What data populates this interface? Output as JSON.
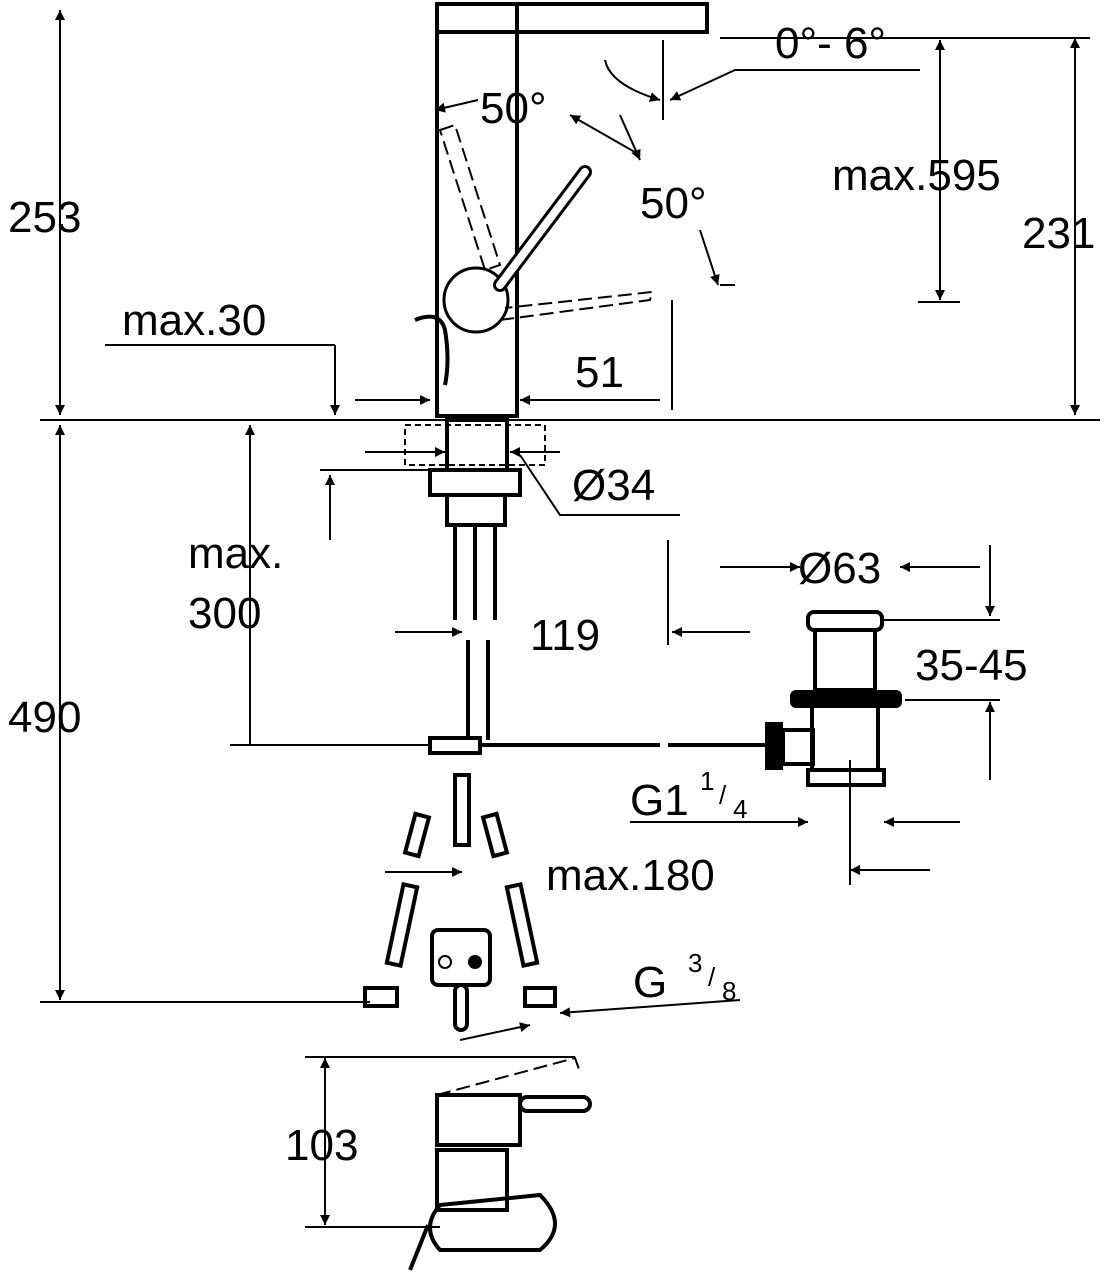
{
  "labels": {
    "tilt_angle": "0°- 6°",
    "lever_angle_left": "50°",
    "lever_angle_right": "50°",
    "max_595": "max.595",
    "height_253": "253",
    "height_231": "231",
    "max_30": "max.30",
    "width_51": "51",
    "dia_34": "Ø34",
    "max_300_a": "max.",
    "max_300_b": "300",
    "dist_119": "119",
    "dia_63": "Ø63",
    "range_35_45": "35-45",
    "height_490": "490",
    "thread_g1": "G1",
    "thread_g1_frac_num": "1",
    "thread_g1_frac_den": "4",
    "max_180": "max.180",
    "thread_g": "G",
    "thread_g_frac_num": "3",
    "thread_g_frac_den": "8",
    "height_103": "103"
  },
  "colors": {
    "line": "#000000",
    "background": "#ffffff"
  }
}
